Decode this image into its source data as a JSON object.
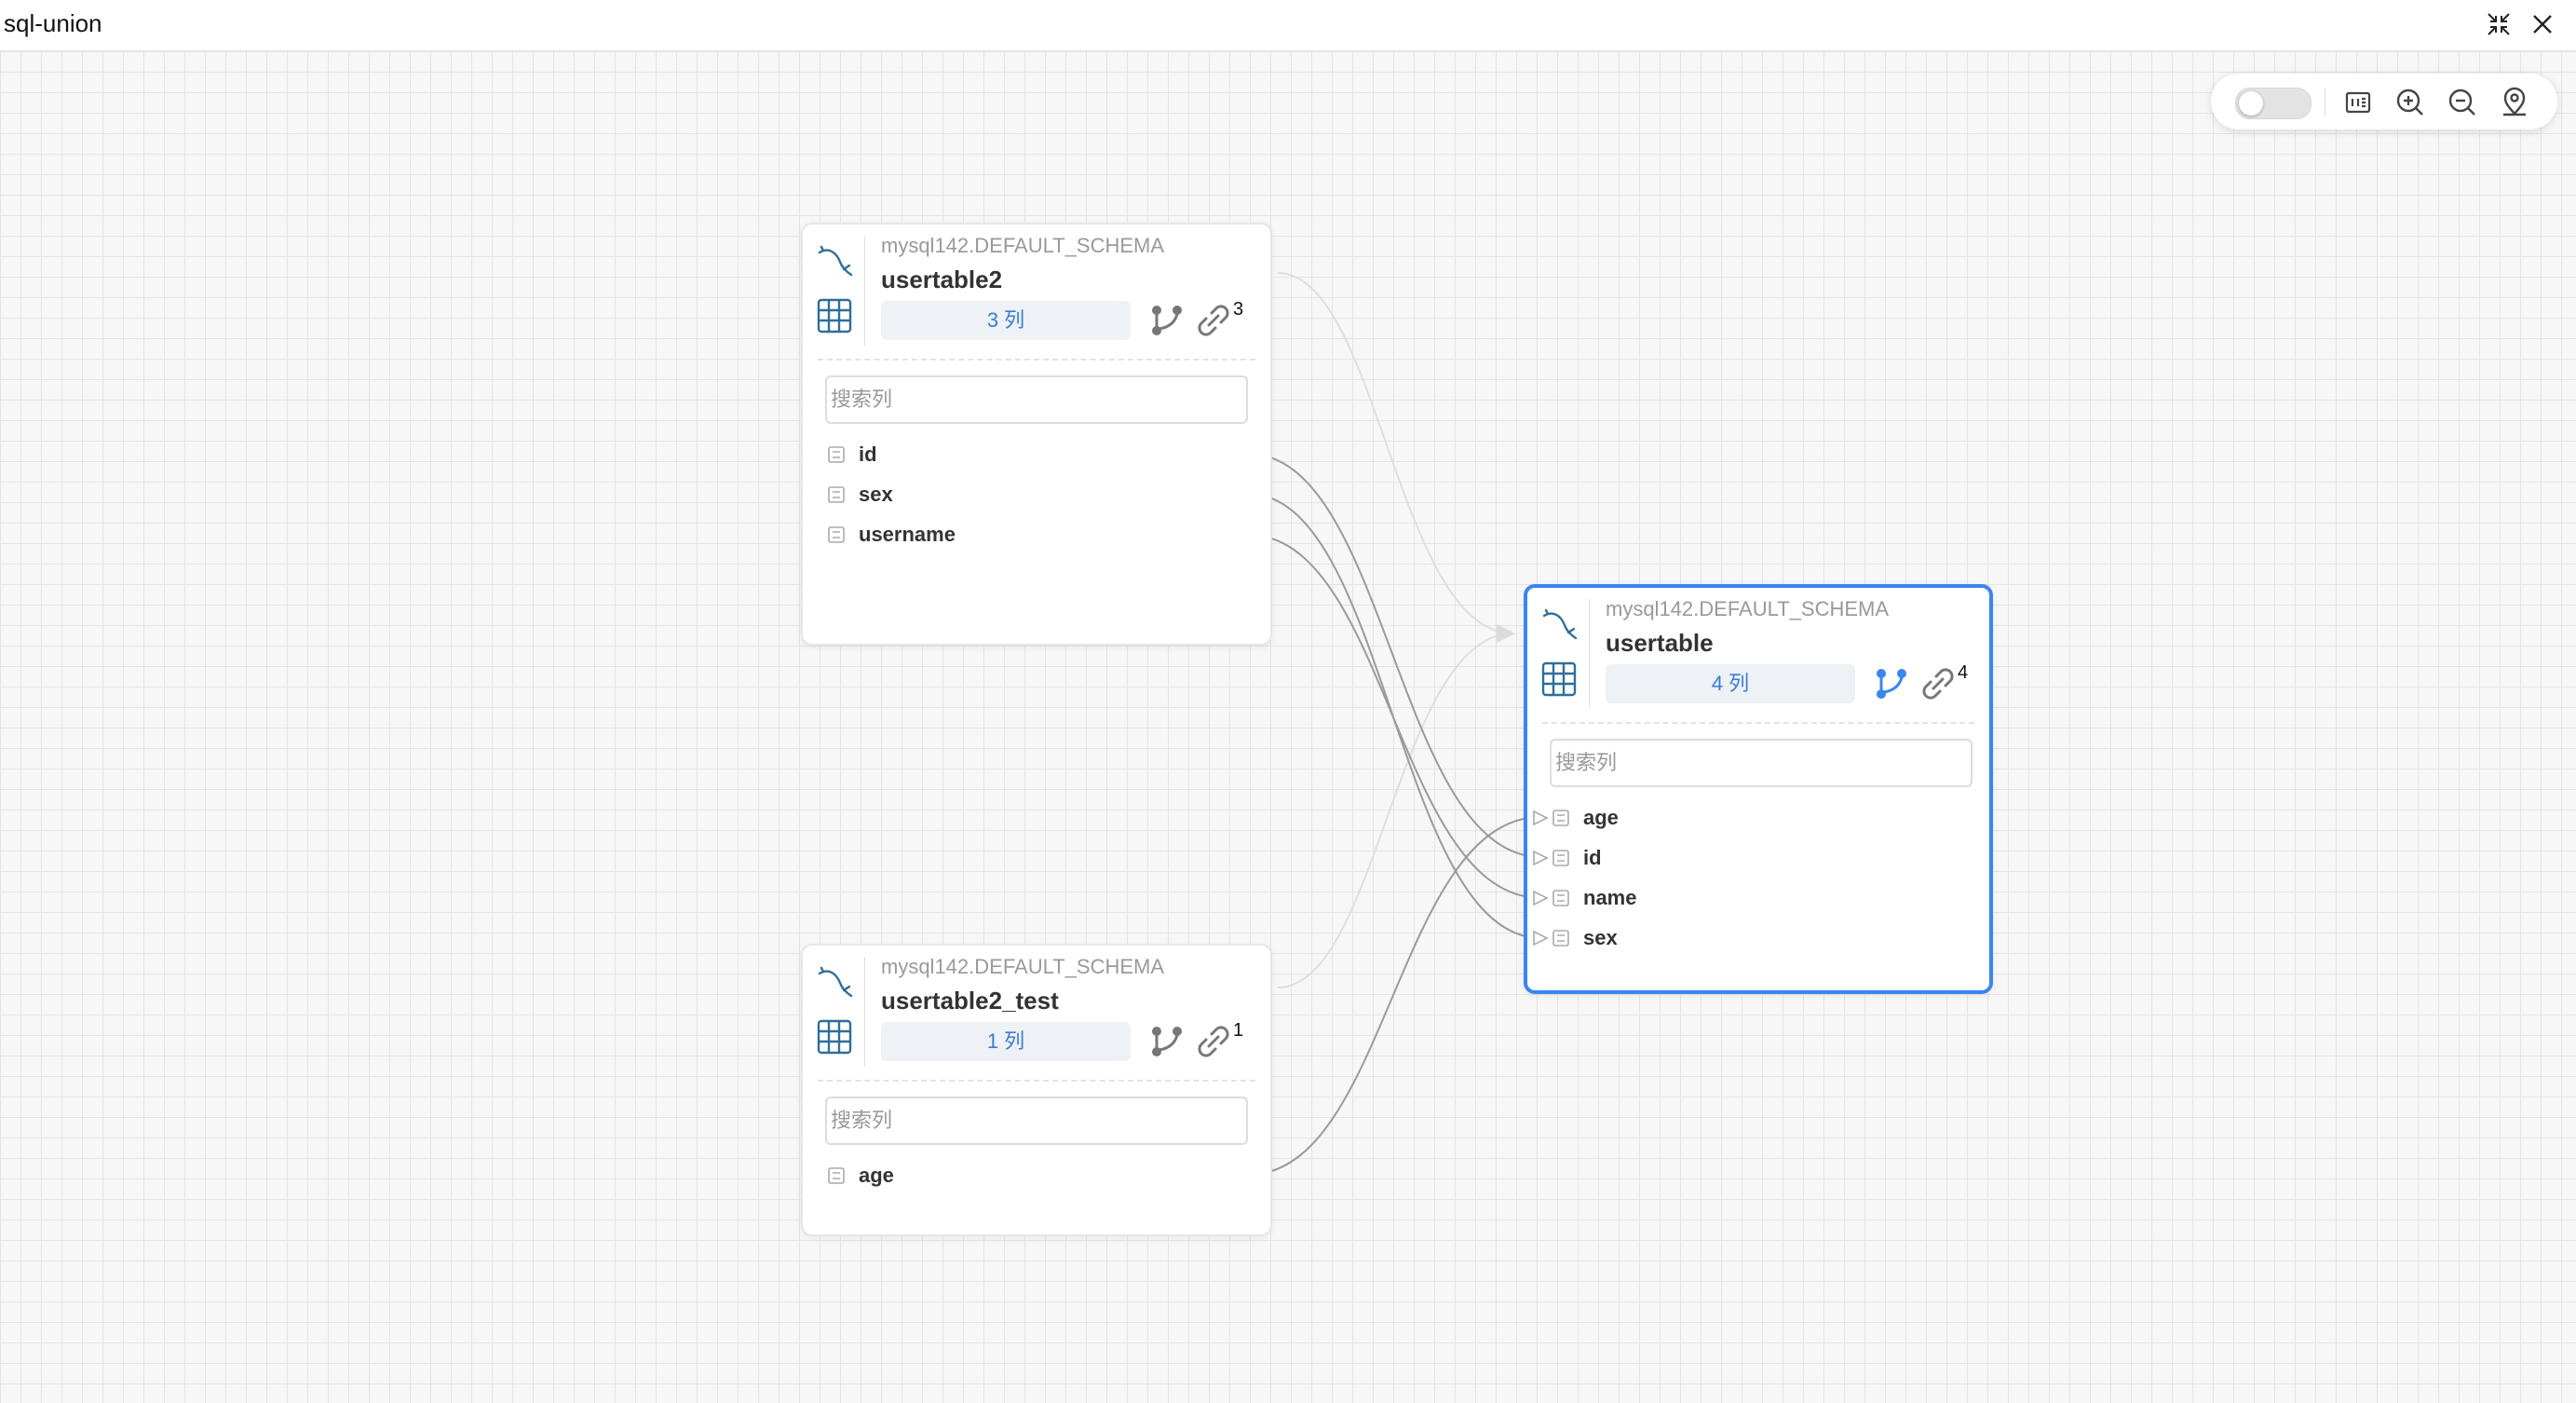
{
  "window": {
    "title": "sql-union"
  },
  "toolbar": {
    "toggle_on": false,
    "icons": [
      "minimap-icon",
      "zoom-in-icon",
      "zoom-out-icon",
      "locate-icon"
    ]
  },
  "colors": {
    "accent": "#3a86f0",
    "edge": "#9a9a9a",
    "edge_faint": "#dcdcdc",
    "count_text": "#3a7bd5"
  },
  "nodes": [
    {
      "schema": "mysql142.DEFAULT_SCHEMA",
      "table": "usertable2",
      "col_count": "3 列",
      "relation_count": "3",
      "search_placeholder": "搜索列",
      "fields": [
        "id",
        "sex",
        "username"
      ]
    },
    {
      "schema": "mysql142.DEFAULT_SCHEMA",
      "table": "usertable2_test",
      "col_count": "1 列",
      "relation_count": "1",
      "search_placeholder": "搜索列",
      "fields": [
        "age"
      ]
    },
    {
      "schema": "mysql142.DEFAULT_SCHEMA",
      "table": "usertable",
      "col_count": "4 列",
      "relation_count": "4",
      "search_placeholder": "搜索列",
      "fields": [
        "age",
        "id",
        "name",
        "sex"
      ],
      "selected": true
    }
  ]
}
